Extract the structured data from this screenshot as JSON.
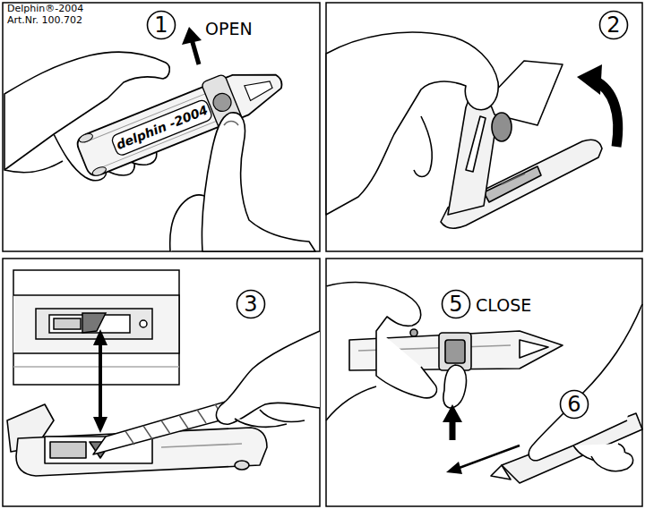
{
  "diagram": {
    "nodes": [
      {
        "text": [
          "1"
        ]
      },
      {
        "text": [
          "2"
        ]
      },
      {
        "text": [
          "3"
        ]
      },
      {
        "text": [
          "5"
        ]
      },
      {
        "text": [
          "6"
        ]
      }
    ],
    "labels": [
      "Delphin®-2004",
      "Art.Nr. 100.702",
      "OPEN",
      "delphin -2004",
      "CLOSE"
    ]
  }
}
